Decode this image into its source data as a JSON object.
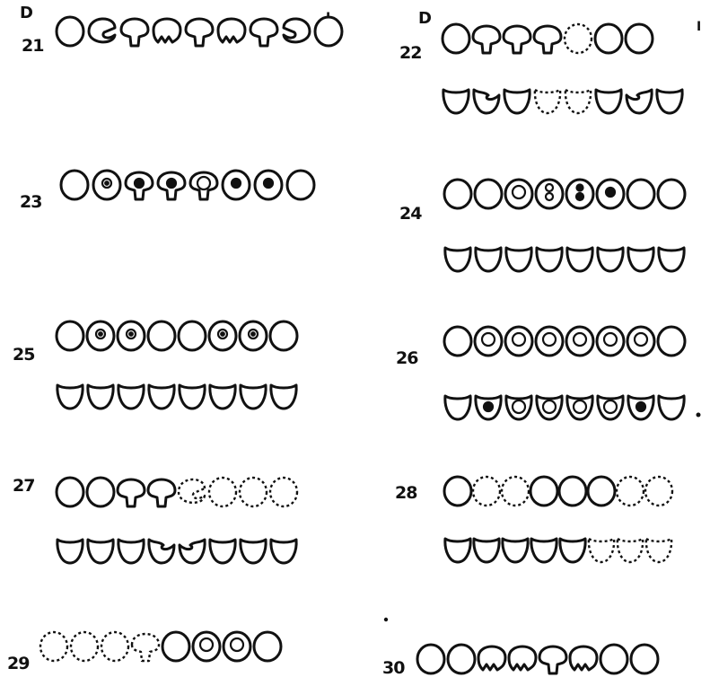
{
  "header": {
    "left_d": "D",
    "left_i": "I",
    "right_d": "D",
    "right_i": "I"
  },
  "panels": [
    {
      "id": "21",
      "rows": [
        {
          "teeth": [
            {
              "s": "o"
            },
            {
              "s": "hook"
            },
            {
              "s": "mush"
            },
            {
              "s": "mushw"
            },
            {
              "s": "mush"
            },
            {
              "s": "mushw"
            },
            {
              "s": "mush"
            },
            {
              "s": "hook2"
            },
            {
              "s": "o"
            }
          ]
        }
      ]
    },
    {
      "id": "22",
      "rows": [
        {
          "teeth": [
            {
              "s": "o"
            },
            {
              "s": "mush"
            },
            {
              "s": "mush"
            },
            {
              "s": "mush"
            },
            {
              "s": "o",
              "d": true
            },
            {
              "s": "o"
            },
            {
              "s": "o"
            }
          ]
        },
        {
          "teeth": [
            {
              "s": "u"
            },
            {
              "s": "uhook"
            },
            {
              "s": "u"
            },
            {
              "s": "u",
              "d": true
            },
            {
              "s": "u",
              "d": true
            },
            {
              "s": "u"
            },
            {
              "s": "uhook2"
            },
            {
              "s": "u"
            }
          ]
        }
      ]
    },
    {
      "id": "23",
      "rows": [
        {
          "teeth": [
            {
              "s": "o"
            },
            {
              "s": "o",
              "m": "dot"
            },
            {
              "s": "mush",
              "m": "solid"
            },
            {
              "s": "mush",
              "m": "solid"
            },
            {
              "s": "mush",
              "m": "ring"
            },
            {
              "s": "o",
              "m": "solid"
            },
            {
              "s": "o",
              "m": "solid"
            },
            {
              "s": "o"
            }
          ]
        }
      ]
    },
    {
      "id": "24",
      "rows": [
        {
          "teeth": [
            {
              "s": "o"
            },
            {
              "s": "o"
            },
            {
              "s": "o",
              "m": "ring"
            },
            {
              "s": "o",
              "m": "double"
            },
            {
              "s": "o",
              "m": "dsolid"
            },
            {
              "s": "o",
              "m": "solid"
            },
            {
              "s": "o"
            },
            {
              "s": "o"
            }
          ]
        },
        {
          "teeth": [
            {
              "s": "u"
            },
            {
              "s": "u"
            },
            {
              "s": "u"
            },
            {
              "s": "u"
            },
            {
              "s": "u"
            },
            {
              "s": "u"
            },
            {
              "s": "u"
            },
            {
              "s": "u"
            }
          ]
        }
      ]
    },
    {
      "id": "25",
      "rows": [
        {
          "teeth": [
            {
              "s": "o"
            },
            {
              "s": "o",
              "m": "dot"
            },
            {
              "s": "o",
              "m": "dot"
            },
            {
              "s": "o"
            },
            {
              "s": "o"
            },
            {
              "s": "o",
              "m": "dot"
            },
            {
              "s": "o",
              "m": "dot"
            },
            {
              "s": "o"
            }
          ]
        },
        {
          "teeth": [
            {
              "s": "u"
            },
            {
              "s": "u"
            },
            {
              "s": "u"
            },
            {
              "s": "u"
            },
            {
              "s": "u"
            },
            {
              "s": "u"
            },
            {
              "s": "u"
            },
            {
              "s": "u"
            }
          ]
        }
      ]
    },
    {
      "id": "26",
      "rows": [
        {
          "teeth": [
            {
              "s": "o"
            },
            {
              "s": "o",
              "m": "ring"
            },
            {
              "s": "o",
              "m": "ring"
            },
            {
              "s": "o",
              "m": "ring"
            },
            {
              "s": "o",
              "m": "ring"
            },
            {
              "s": "o",
              "m": "ring"
            },
            {
              "s": "o",
              "m": "ring"
            },
            {
              "s": "o"
            }
          ]
        },
        {
          "teeth": [
            {
              "s": "u"
            },
            {
              "s": "u",
              "m": "solid"
            },
            {
              "s": "u",
              "m": "ring"
            },
            {
              "s": "u",
              "m": "ring"
            },
            {
              "s": "u",
              "m": "ring"
            },
            {
              "s": "u",
              "m": "ring"
            },
            {
              "s": "u",
              "m": "solid"
            },
            {
              "s": "u"
            }
          ]
        }
      ]
    },
    {
      "id": "27",
      "rows": [
        {
          "teeth": [
            {
              "s": "o"
            },
            {
              "s": "o"
            },
            {
              "s": "mush"
            },
            {
              "s": "mush"
            },
            {
              "s": "hook",
              "d": true
            },
            {
              "s": "o",
              "d": true
            },
            {
              "s": "o",
              "d": true
            },
            {
              "s": "o",
              "d": true
            }
          ]
        },
        {
          "teeth": [
            {
              "s": "u"
            },
            {
              "s": "u"
            },
            {
              "s": "u"
            },
            {
              "s": "uhook"
            },
            {
              "s": "uhook2"
            },
            {
              "s": "u"
            },
            {
              "s": "u"
            },
            {
              "s": "u"
            }
          ]
        }
      ]
    },
    {
      "id": "28",
      "rows": [
        {
          "teeth": [
            {
              "s": "o"
            },
            {
              "s": "o",
              "d": true
            },
            {
              "s": "o",
              "d": true
            },
            {
              "s": "o"
            },
            {
              "s": "o"
            },
            {
              "s": "o"
            },
            {
              "s": "o",
              "d": true
            },
            {
              "s": "o",
              "d": true
            }
          ]
        },
        {
          "teeth": [
            {
              "s": "u"
            },
            {
              "s": "u"
            },
            {
              "s": "u"
            },
            {
              "s": "u"
            },
            {
              "s": "u"
            },
            {
              "s": "u",
              "d": true
            },
            {
              "s": "u",
              "d": true
            },
            {
              "s": "u",
              "d": true
            }
          ]
        }
      ]
    },
    {
      "id": "29",
      "rows": [
        {
          "teeth": [
            {
              "s": "o",
              "d": true
            },
            {
              "s": "o",
              "d": true
            },
            {
              "s": "o",
              "d": true
            },
            {
              "s": "mush",
              "d": true
            },
            {
              "s": "o"
            },
            {
              "s": "o",
              "m": "ring"
            },
            {
              "s": "o",
              "m": "ring"
            },
            {
              "s": "o"
            }
          ]
        }
      ]
    },
    {
      "id": "30",
      "rows": [
        {
          "teeth": [
            {
              "s": "o"
            },
            {
              "s": "o"
            },
            {
              "s": "mushw"
            },
            {
              "s": "mushw"
            },
            {
              "s": "mush"
            },
            {
              "s": "mushw"
            },
            {
              "s": "o"
            },
            {
              "s": "o"
            }
          ]
        }
      ]
    }
  ]
}
